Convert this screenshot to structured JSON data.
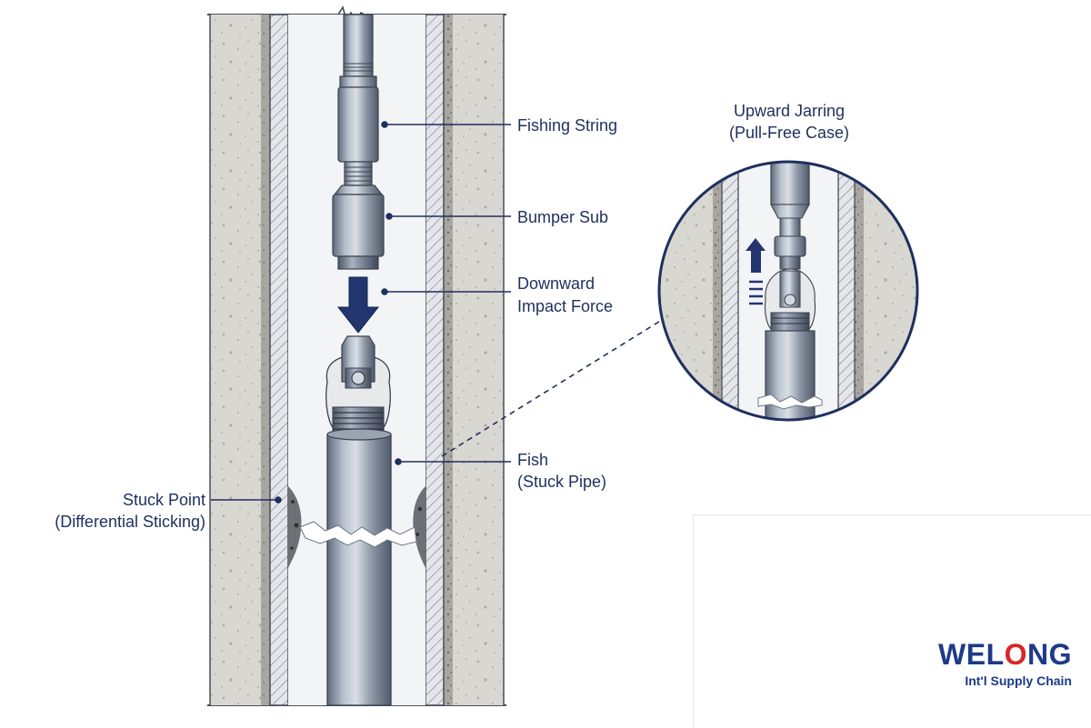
{
  "labels": {
    "fishing_string": "Fishing String",
    "bumper_sub": "Bumper Sub",
    "downward_line1": "Downward",
    "downward_line2": "Impact Force",
    "fish_line1": "Fish",
    "fish_line2": "(Stuck Pipe)",
    "stuck_line1": "Stuck Point",
    "stuck_line2": "(Differential Sticking)"
  },
  "inset": {
    "title_line1": "Upward Jarring",
    "title_line2": "(Pull-Free Case)"
  },
  "brand": {
    "name_part1": "WEL",
    "name_accent": "O",
    "name_part2": "NG",
    "tagline": "Int'l Supply Chain"
  },
  "colors": {
    "navy": "#1f2f5e",
    "brand_blue": "#1d3a8a",
    "brand_red": "#d8262b",
    "steel": "#8f99a8",
    "cement": "#d8d6d1"
  }
}
